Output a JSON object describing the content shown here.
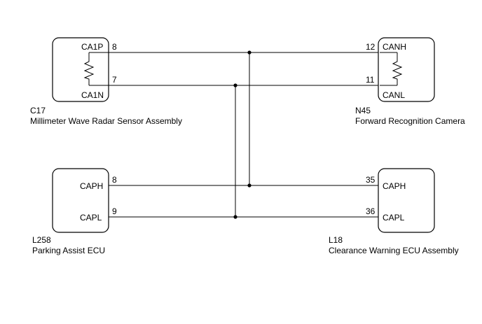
{
  "diagram": {
    "radar": {
      "code": "C17",
      "name": "Millimeter Wave Radar Sensor Assembly",
      "pin_hi_label": "CA1P",
      "pin_hi_num": "8",
      "pin_lo_label": "CA1N",
      "pin_lo_num": "7"
    },
    "camera": {
      "code": "N45",
      "name": "Forward Recognition Camera",
      "pin_hi_label": "CANH",
      "pin_hi_num": "12",
      "pin_lo_label": "CANL",
      "pin_lo_num": "11"
    },
    "parking": {
      "code": "L258",
      "name": "Parking Assist ECU",
      "pin_hi_label": "CAPH",
      "pin_hi_num": "8",
      "pin_lo_label": "CAPL",
      "pin_lo_num": "9"
    },
    "clearance": {
      "code": "L18",
      "name": "Clearance Warning ECU Assembly",
      "pin_hi_label": "CAPH",
      "pin_hi_num": "35",
      "pin_lo_label": "CAPL",
      "pin_lo_num": "36"
    }
  }
}
